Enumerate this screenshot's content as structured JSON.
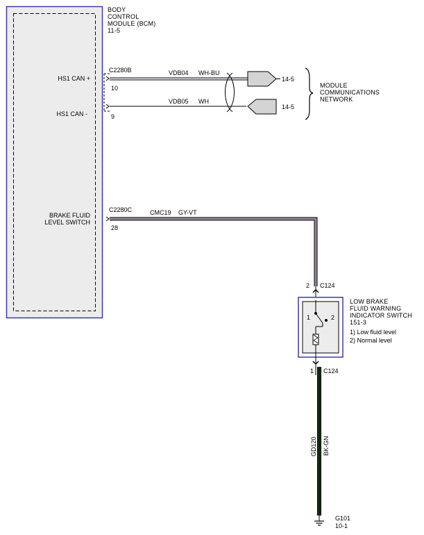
{
  "bcm": {
    "title_lines": [
      "BODY",
      "CONTROL",
      "MODULE (BCM)",
      "11-5"
    ],
    "pins": [
      {
        "label_lines": [
          "HS1 CAN +"
        ],
        "connector": "C2280B",
        "pin": "10"
      },
      {
        "label_lines": [
          "HS1 CAN -"
        ],
        "connector": "",
        "pin": "9"
      },
      {
        "label_lines": [
          "BRAKE FLUID",
          "LEVEL SWITCH"
        ],
        "connector": "C2280C",
        "pin": "28"
      }
    ]
  },
  "wires": {
    "can_plus": {
      "circuit": "VDB04",
      "color": "WH-BU"
    },
    "can_minus": {
      "circuit": "VDB05",
      "color": "WH"
    },
    "switch_feed": {
      "circuit": "CMC19",
      "color": "GY-VT"
    },
    "ground": {
      "circuit": "GD120",
      "color": "BK-GN"
    }
  },
  "network": {
    "page_refs": [
      "14-5",
      "14-5"
    ],
    "label_lines": [
      "MODULE",
      "COMMUNICATIONS",
      "NETWORK"
    ]
  },
  "switch": {
    "top_pin": "2",
    "top_connector": "C124",
    "bottom_pin": "1",
    "bottom_connector": "C124",
    "title_lines": [
      "LOW BRAKE",
      "FLUID WARNING",
      "INDICATOR SWITCH",
      "151-3"
    ],
    "legend": [
      "1) Low fluid level",
      "2) Normal level"
    ],
    "pos1": "1",
    "pos2": "2"
  },
  "ground_point": {
    "name": "G101",
    "ref": "10-1"
  },
  "colors": {
    "module_border": "#3a3aa8",
    "module_fill": "#ececec",
    "gy_vt_wire": "#9a86a2",
    "bk_gn_wire": "#1e3a1c",
    "bk_gn_core": "#000000"
  }
}
